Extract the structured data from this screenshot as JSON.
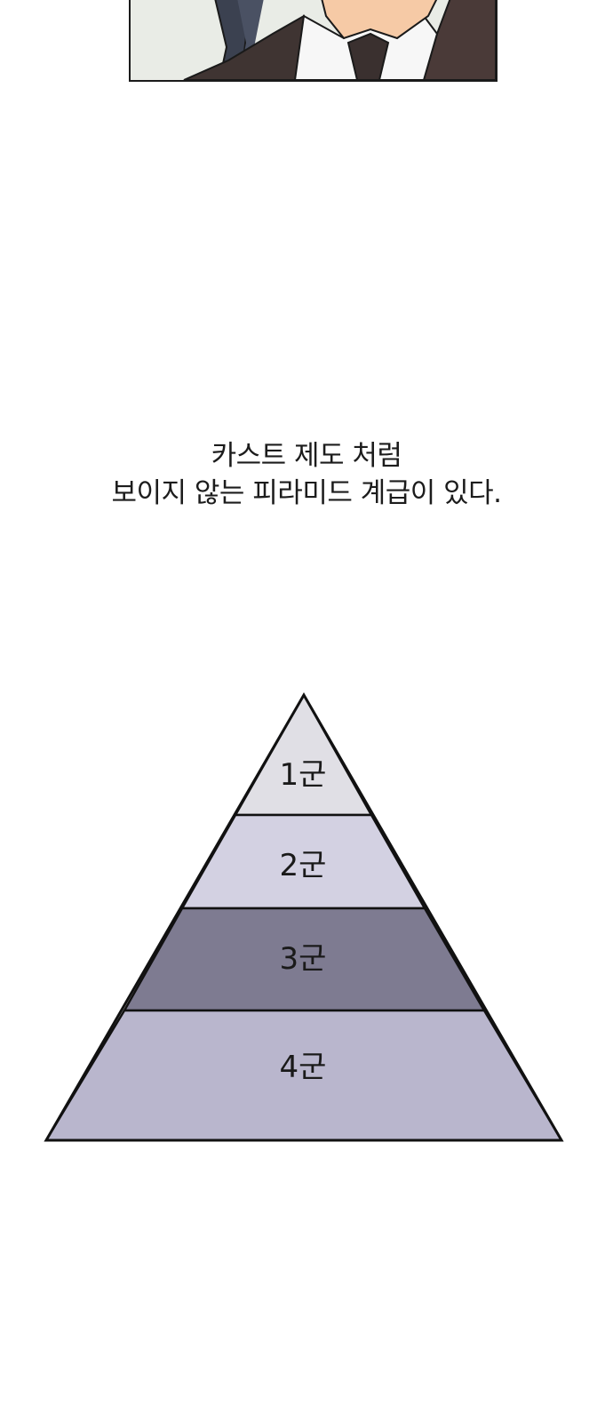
{
  "caption": {
    "line1": "카스트 제도 처럼",
    "line2": "보이지 않는 피라미드 계급이 있다."
  },
  "pyramid": {
    "tiers": [
      {
        "label": "1군",
        "color": "#e0dfe5"
      },
      {
        "label": "2군",
        "color": "#d3d1e2"
      },
      {
        "label": "3군",
        "color": "#7e7b91"
      },
      {
        "label": "4군",
        "color": "#b9b6cd"
      }
    ],
    "outline_color": "#111111"
  }
}
